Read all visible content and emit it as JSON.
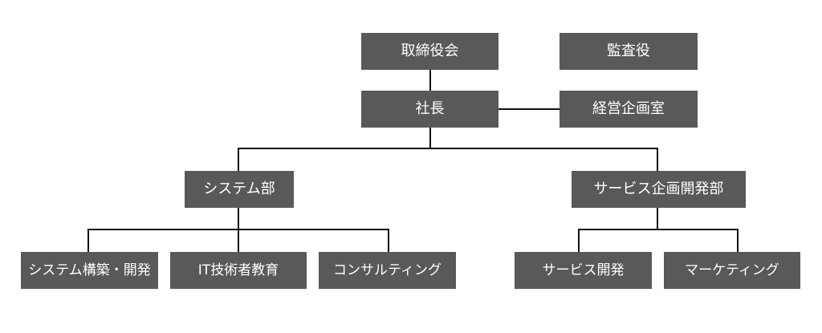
{
  "org_chart": {
    "board": "取締役会",
    "auditor": "監査役",
    "president": "社長",
    "management_planning_office": "経営企画室",
    "system_department": "システム部",
    "service_planning_development_department": "サービス企画開発部",
    "system_building_development": "システム構築・開発",
    "it_engineer_education": "IT技術者教育",
    "consulting": "コンサルティング",
    "service_development": "サービス開発",
    "marketing": "マーケティング"
  },
  "colors": {
    "box_fill": "#595959",
    "box_text": "#ffffff",
    "connector": "#111111",
    "background": "#ffffff"
  }
}
